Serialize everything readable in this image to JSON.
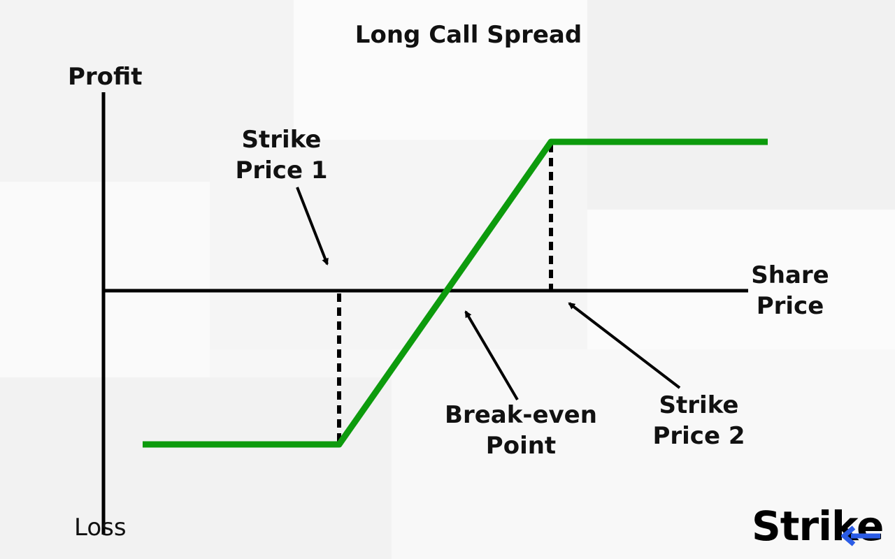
{
  "title": "Long Call Spread",
  "axes": {
    "y_top": "Profit",
    "y_bottom": "Loss",
    "x": [
      "Share",
      "Price"
    ]
  },
  "annotations": {
    "strike_price_1": [
      "Strike",
      "Price 1"
    ],
    "strike_price_2": [
      "Strike",
      "Price 2"
    ],
    "break_even": [
      "Break-even",
      "Point"
    ]
  },
  "logo": {
    "text": "Strik",
    "mark": "e"
  },
  "colors": {
    "payoff_line": "#0d9b0d",
    "axes": "#000000",
    "logo_accent": "#2b5ce6"
  }
}
